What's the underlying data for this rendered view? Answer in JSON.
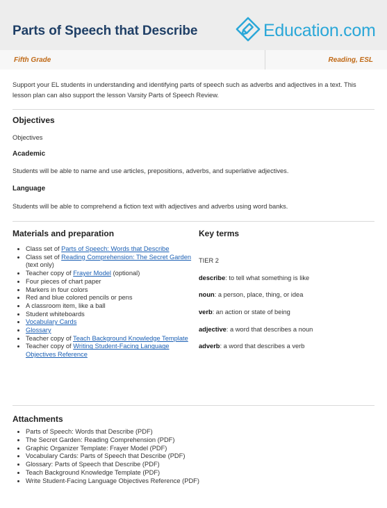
{
  "header": {
    "title": "Parts of Speech that Describe",
    "logo_text": "Education.com",
    "logo_icon": "diamond-pencil-icon",
    "brand_color": "#2aa7d8"
  },
  "subheader": {
    "grade": "Fifth Grade",
    "subject": "Reading, ESL"
  },
  "intro": "Support your EL students in understanding and identifying parts of speech such as adverbs and adjectives in a text. This lesson plan can also support the lesson Varsity Parts of Speech Review.",
  "objectives": {
    "heading": "Objectives",
    "text": "Objectives",
    "academic_heading": "Academic",
    "academic_text": "Students will be able to name and use articles, prepositions, adverbs, and superlative adjectives.",
    "language_heading": "Language",
    "language_text": "Students will be able to comprehend a fiction text with adjectives and adverbs using word banks."
  },
  "materials": {
    "heading": "Materials and preparation",
    "items": [
      {
        "prefix": "Class set of ",
        "link": "Parts of Speech: Words that Describe",
        "suffix": ""
      },
      {
        "prefix": "Class set of ",
        "link": "Reading Comprehension: The Secret Garden",
        "suffix": " (text only)"
      },
      {
        "prefix": "Teacher copy of ",
        "link": "Frayer Model",
        "suffix": " (optional)"
      },
      {
        "prefix": "Four pieces of chart paper",
        "link": "",
        "suffix": ""
      },
      {
        "prefix": "Markers in four colors",
        "link": "",
        "suffix": ""
      },
      {
        "prefix": "Red and blue colored pencils or pens",
        "link": "",
        "suffix": ""
      },
      {
        "prefix": "A classroom item, like a ball",
        "link": "",
        "suffix": ""
      },
      {
        "prefix": "Student whiteboards",
        "link": "",
        "suffix": ""
      },
      {
        "prefix": "",
        "link": "Vocabulary Cards",
        "suffix": ""
      },
      {
        "prefix": "",
        "link": "Glossary",
        "suffix": ""
      },
      {
        "prefix": "Teacher copy of ",
        "link": "Teach Background Knowledge Template",
        "suffix": ""
      },
      {
        "prefix": "Teacher copy of ",
        "link": "Writing Student-Facing Language Objectives Reference",
        "suffix": ""
      }
    ]
  },
  "key_terms": {
    "heading": "Key terms",
    "tier": "TIER 2",
    "terms": [
      {
        "term": "describe",
        "definition": ": to tell what something is like"
      },
      {
        "term": "noun",
        "definition": ": a person, place, thing, or idea"
      },
      {
        "term": "verb",
        "definition": ": an action or state of being"
      },
      {
        "term": "adjective",
        "definition": ": a word that describes a noun"
      },
      {
        "term": "adverb",
        "definition": ": a word that describes a verb"
      }
    ]
  },
  "attachments": {
    "heading": "Attachments",
    "items": [
      "Parts of Speech: Words that Describe (PDF)",
      "The Secret Garden: Reading Comprehension (PDF)",
      "Graphic Organizer Template: Frayer Model (PDF)",
      "Vocabulary Cards: Parts of Speech that Describe (PDF)",
      "Glossary: Parts of Speech that Describe (PDF)",
      "Teach Background Knowledge Template (PDF)",
      "Write Student-Facing Language Objectives Reference (PDF)"
    ]
  },
  "colors": {
    "title": "#1f3f66",
    "grade_subject": "#c06a17",
    "link": "#1a5fb4"
  }
}
